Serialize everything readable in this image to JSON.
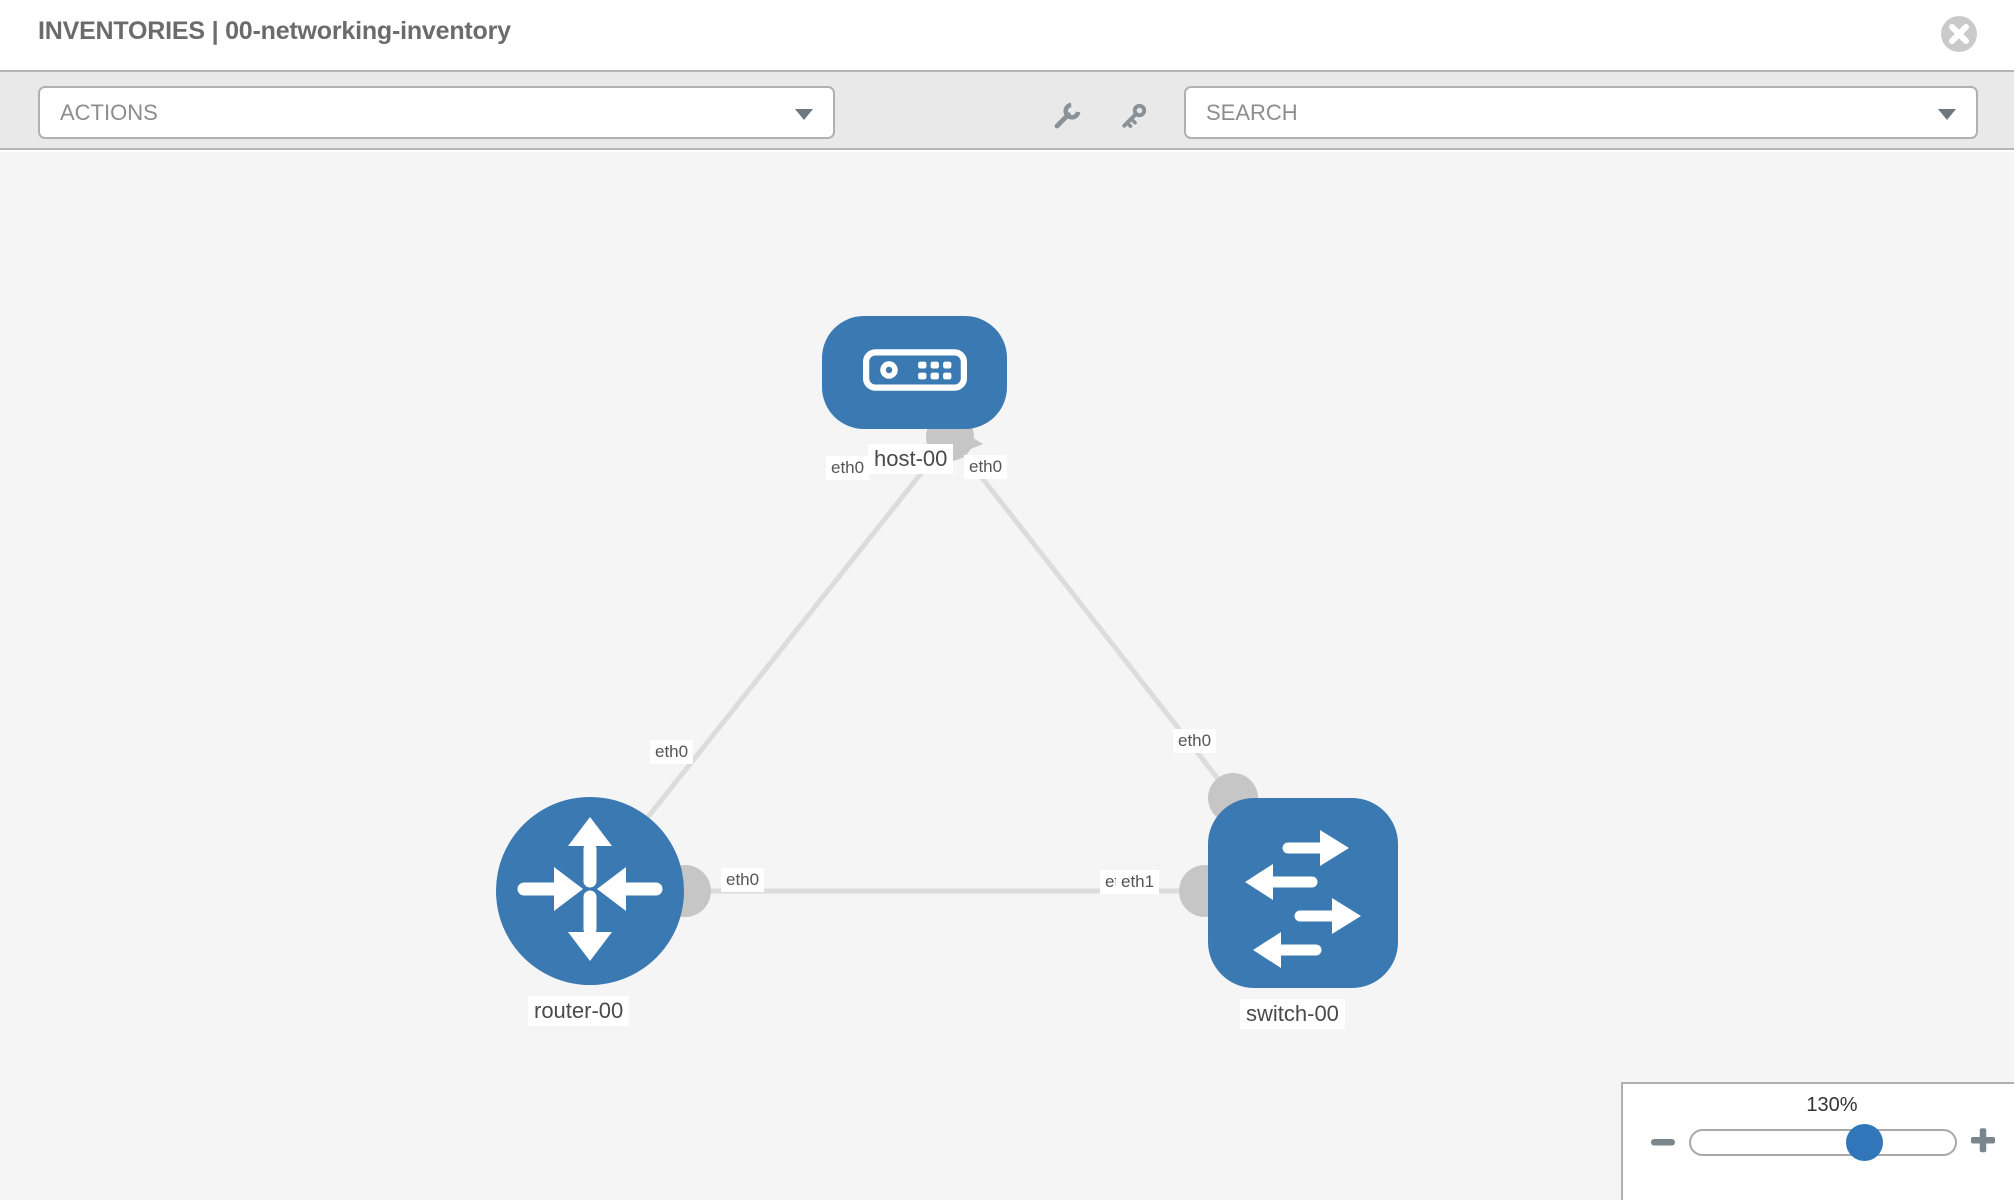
{
  "header": {
    "title": "INVENTORIES | 00-networking-inventory"
  },
  "toolbar": {
    "actions": {
      "label": "ACTIONS"
    },
    "search": {
      "placeholder": "SEARCH"
    }
  },
  "topology": {
    "nodes": [
      {
        "id": "host-00",
        "type": "host",
        "label": "host-00"
      },
      {
        "id": "router-00",
        "type": "router",
        "label": "router-00"
      },
      {
        "id": "switch-00",
        "type": "switch",
        "label": "switch-00"
      }
    ],
    "links": [
      {
        "source": "host-00",
        "target": "router-00",
        "source_interface": "eth0",
        "target_interface": "eth0"
      },
      {
        "source": "host-00",
        "target": "switch-00",
        "source_interface": "eth0",
        "target_interface": "eth0"
      },
      {
        "source": "router-00",
        "target": "switch-00",
        "source_interface": "eth0",
        "target_interface": "eth1"
      }
    ]
  },
  "zoom_control": {
    "level": "130%"
  },
  "icons": {
    "close": "close-icon",
    "wrench": "wrench-icon",
    "key": "key-icon",
    "caret": "chevron-down-icon",
    "minus": "minus-icon",
    "plus": "plus-icon",
    "host": "host-device-icon",
    "router": "router-arrows-icon",
    "switch": "switch-arrows-icon"
  },
  "colors": {
    "node_blue": "#3a79b2",
    "thumb_blue": "#3076b8",
    "link_gray": "#dcdcdc",
    "port_gray": "#c6c6c6",
    "toolbar_bg": "#e9e9e9",
    "canvas_bg": "#f5f5f5",
    "border_gray": "#b5b5b5",
    "muted_text": "#8d8d8d",
    "title_text": "#6b6b6b"
  }
}
